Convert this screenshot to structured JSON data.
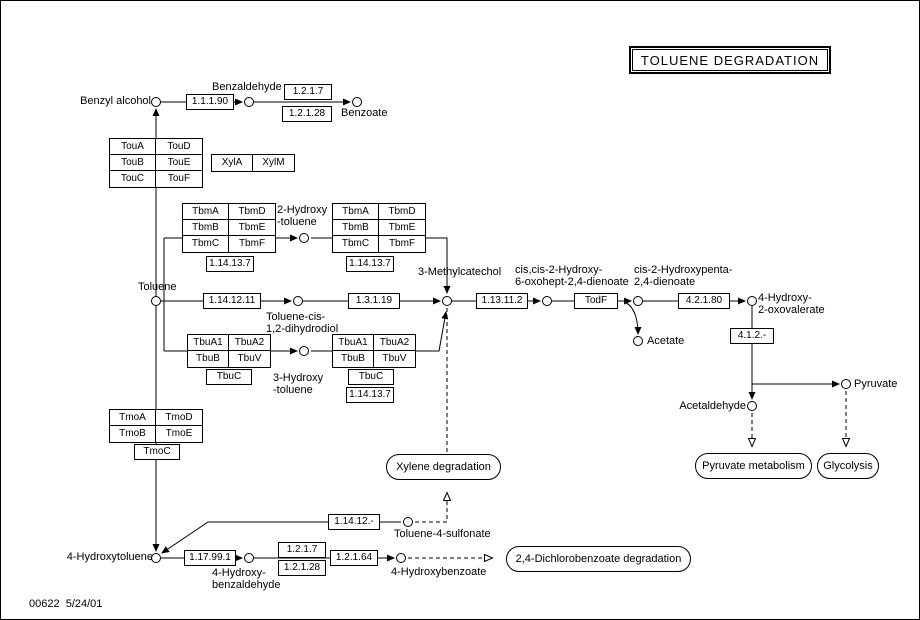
{
  "title": "TOLUENE DEGRADATION",
  "footer": "00622  5/24/01",
  "compounds": {
    "benzyl_alcohol": "Benzyl alcohol",
    "benzaldehyde": "Benzaldehyde",
    "benzoate": "Benzoate",
    "toluene": "Toluene",
    "toluene_cis_dihydrodiol": "Toluene-cis-\n1,2-dihydrodiol",
    "two_hydroxytoluene": "2-Hydroxy\n-toluene",
    "three_hydroxytoluene": "3-Hydroxy\n-toluene",
    "three_methylcatechol": "3-Methylcatechol",
    "cis_cis_2_hydroxy_6_oxohept": "cis,cis-2-Hydroxy-\n6-oxohept-2,4-dienoate",
    "cis_2_hydroxypenta": "cis-2-Hydroxypenta-\n2,4-dienoate",
    "four_hydroxy_2_oxovalerate": "4-Hydroxy-\n2-oxovalerate",
    "acetate": "Acetate",
    "acetaldehyde": "Acetaldehyde",
    "pyruvate": "Pyruvate",
    "toluene_4_sulfonate": "Toluene-4-sulfonate",
    "four_hydroxytoluene": "4-Hydroxytoluene",
    "four_hydroxybenzaldehyde": "4-Hydroxy-\nbenzaldehyde",
    "four_hydroxybenzoate": "4-Hydroxybenzoate"
  },
  "enzymes": {
    "ec_1_1_1_90": "1.1.1.90",
    "ec_1_2_1_7": "1.2.1.7",
    "ec_1_2_1_28": "1.2.1.28",
    "ec_1_14_12_11": "1.14.12.11",
    "ec_1_3_1_19": "1.3.1.19",
    "ec_1_13_11_2": "1.13.11.2",
    "todf": "TodF",
    "ec_4_2_1_80": "4.2.1.80",
    "ec_4_1_2_dash": "4.1.2.-",
    "ec_1_14_13_7": "1.14.13.7",
    "tbuc": "TbuC",
    "tmoc": "TmoC",
    "ec_1_14_12_dash": "1.14.12.-",
    "ec_1_17_99_1": "1.17.99.1",
    "ec_1_2_1_64": "1.2.1.64"
  },
  "grids": {
    "tou": [
      [
        "TouA",
        "TouD"
      ],
      [
        "TouB",
        "TouE"
      ],
      [
        "TouC",
        "TouF"
      ]
    ],
    "xyl": [
      [
        "XylA",
        "XylM"
      ]
    ],
    "tbm": [
      [
        "TbmA",
        "TbmD"
      ],
      [
        "TbmB",
        "TbmE"
      ],
      [
        "TbmC",
        "TbmF"
      ]
    ],
    "tbu": [
      [
        "TbuA1",
        "TbuA2"
      ],
      [
        "TbuB",
        "TbuV"
      ]
    ],
    "tmo": [
      [
        "TmoA",
        "TmoD"
      ],
      [
        "TmoB",
        "TmoE"
      ]
    ]
  },
  "maps": {
    "xylene": "Xylene degradation",
    "pyruvate_metabolism": "Pyruvate metabolism",
    "glycolysis": "Glycolysis",
    "dichlorobenzoate": "2,4-Dichlorobenzoate degradation"
  }
}
